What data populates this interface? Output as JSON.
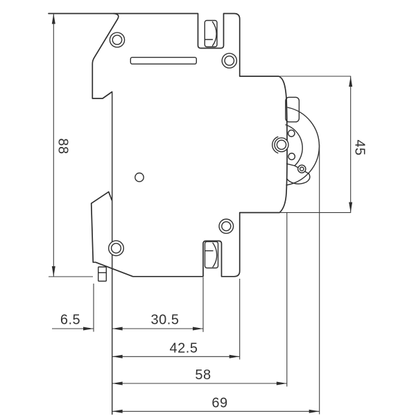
{
  "drawing": {
    "dimensions": {
      "overall_height": "88",
      "front_protrusion_height": "45",
      "clip_protrusion": "6.5",
      "rail_to_terminal_notch": "30.5",
      "rail_to_front_face": "42.5",
      "rail_to_mid_face": "58",
      "overall_depth": "69"
    }
  }
}
